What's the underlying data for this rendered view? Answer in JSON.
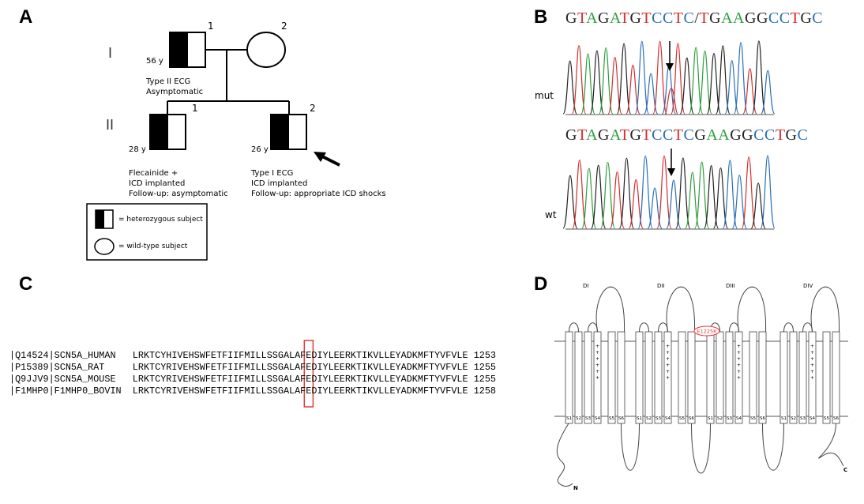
{
  "panels": {
    "a": "A",
    "b": "B",
    "c": "C",
    "d": "D"
  },
  "pedigree": {
    "generations": [
      "I",
      "II"
    ],
    "father": {
      "number": "1",
      "age": "56 y",
      "notes": [
        "Type II ECG",
        "Asymptomatic"
      ]
    },
    "mother": {
      "number": "2"
    },
    "son1": {
      "number": "1",
      "age": "28 y",
      "notes": [
        "Flecainide +",
        "ICD implanted",
        "Follow-up: asymptomatic"
      ]
    },
    "son2": {
      "number": "2",
      "age": "26 y",
      "notes": [
        "Type I ECG",
        "ICD implanted",
        "Follow-up: appropriate ICD shocks"
      ]
    },
    "legend": {
      "heterozygous": "= heterozygous subject",
      "wildtype": "= wild-type subject"
    }
  },
  "chromatograms": {
    "mut": {
      "label": "mut",
      "sequence": "GTAGATGTCCTC/TGAAGGCCTGC"
    },
    "wt": {
      "label": "wt",
      "sequence": "GTAGATGTCCTCGAAGGCCTGC"
    },
    "base_colors": {
      "A": "#2e9e3e",
      "C": "#2b6fb5",
      "G": "#222222",
      "T": "#d32f2f",
      "/": "#222222"
    }
  },
  "alignment": {
    "rows": [
      {
        "id": "Q14524",
        "name": "SCN5A_HUMAN",
        "pre": "LRKTCYHIVEHSWFETFIIFMILLSSGALAF",
        "hl": "E",
        "post": "DIYLEERKTIKVLLEYADKMFTYVFVLE",
        "pos": "1253"
      },
      {
        "id": "P15389",
        "name": "SCN5A_RAT",
        "pre": "LRKTCYRIVEHSWFETFIIFMILLSSGALAF",
        "hl": "E",
        "post": "DIYLEERKTIKVLLEYADKMFTYVFVLE",
        "pos": "1255"
      },
      {
        "id": "Q9JJV9",
        "name": "SCN5A_MOUSE",
        "pre": "LRKTCYRIVEHSWFETFIIFMILLSSGALAF",
        "hl": "E",
        "post": "DIYLEERKTIKVLLEYADKMFTYVFVLE",
        "pos": "1255"
      },
      {
        "id": "F1MHP0",
        "name": "F1MHP0_BOVIN",
        "pre": "LRKTCYRIVEHSWFETFIIFMILLSSGALAF",
        "hl": "E",
        "post": "DIYLEERKTIKVLLEYADKMFTYVFVLE",
        "pos": "1258"
      }
    ],
    "highlight_color": "#e53935"
  },
  "topology": {
    "domains": [
      "DI",
      "DII",
      "DIII",
      "DIV"
    ],
    "segments": [
      "S1",
      "S2",
      "S3",
      "S4",
      "S5",
      "S6"
    ],
    "mutation": "E1225K",
    "n_term": "N",
    "c_term": "C",
    "plus": "+"
  }
}
